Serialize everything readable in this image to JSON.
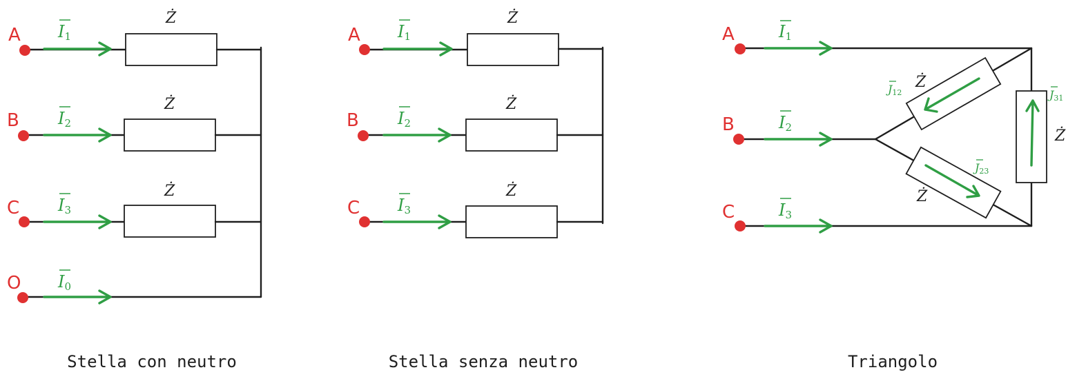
{
  "diagrams": [
    {
      "caption": "Stella con neutro",
      "impedance": "Ż",
      "phases": [
        {
          "terminal": "A",
          "current": "I",
          "sub": "1"
        },
        {
          "terminal": "B",
          "current": "I",
          "sub": "2"
        },
        {
          "terminal": "C",
          "current": "I",
          "sub": "3"
        },
        {
          "terminal": "O",
          "current": "I",
          "sub": "0"
        }
      ]
    },
    {
      "caption": "Stella senza neutro",
      "impedance": "Ż",
      "phases": [
        {
          "terminal": "A",
          "current": "I",
          "sub": "1"
        },
        {
          "terminal": "B",
          "current": "I",
          "sub": "2"
        },
        {
          "terminal": "C",
          "current": "I",
          "sub": "3"
        }
      ]
    },
    {
      "caption": "Triangolo",
      "impedance": "Ż",
      "phases": [
        {
          "terminal": "A",
          "current": "I",
          "sub": "1"
        },
        {
          "terminal": "B",
          "current": "I",
          "sub": "2"
        },
        {
          "terminal": "C",
          "current": "I",
          "sub": "3"
        }
      ],
      "branch_currents": [
        {
          "current": "J",
          "sub": "12"
        },
        {
          "current": "J",
          "sub": "23"
        },
        {
          "current": "J",
          "sub": "31"
        }
      ]
    }
  ],
  "colors": {
    "terminal": "#e03131",
    "current": "#2f9e44",
    "wire": "#1e1e1e"
  }
}
